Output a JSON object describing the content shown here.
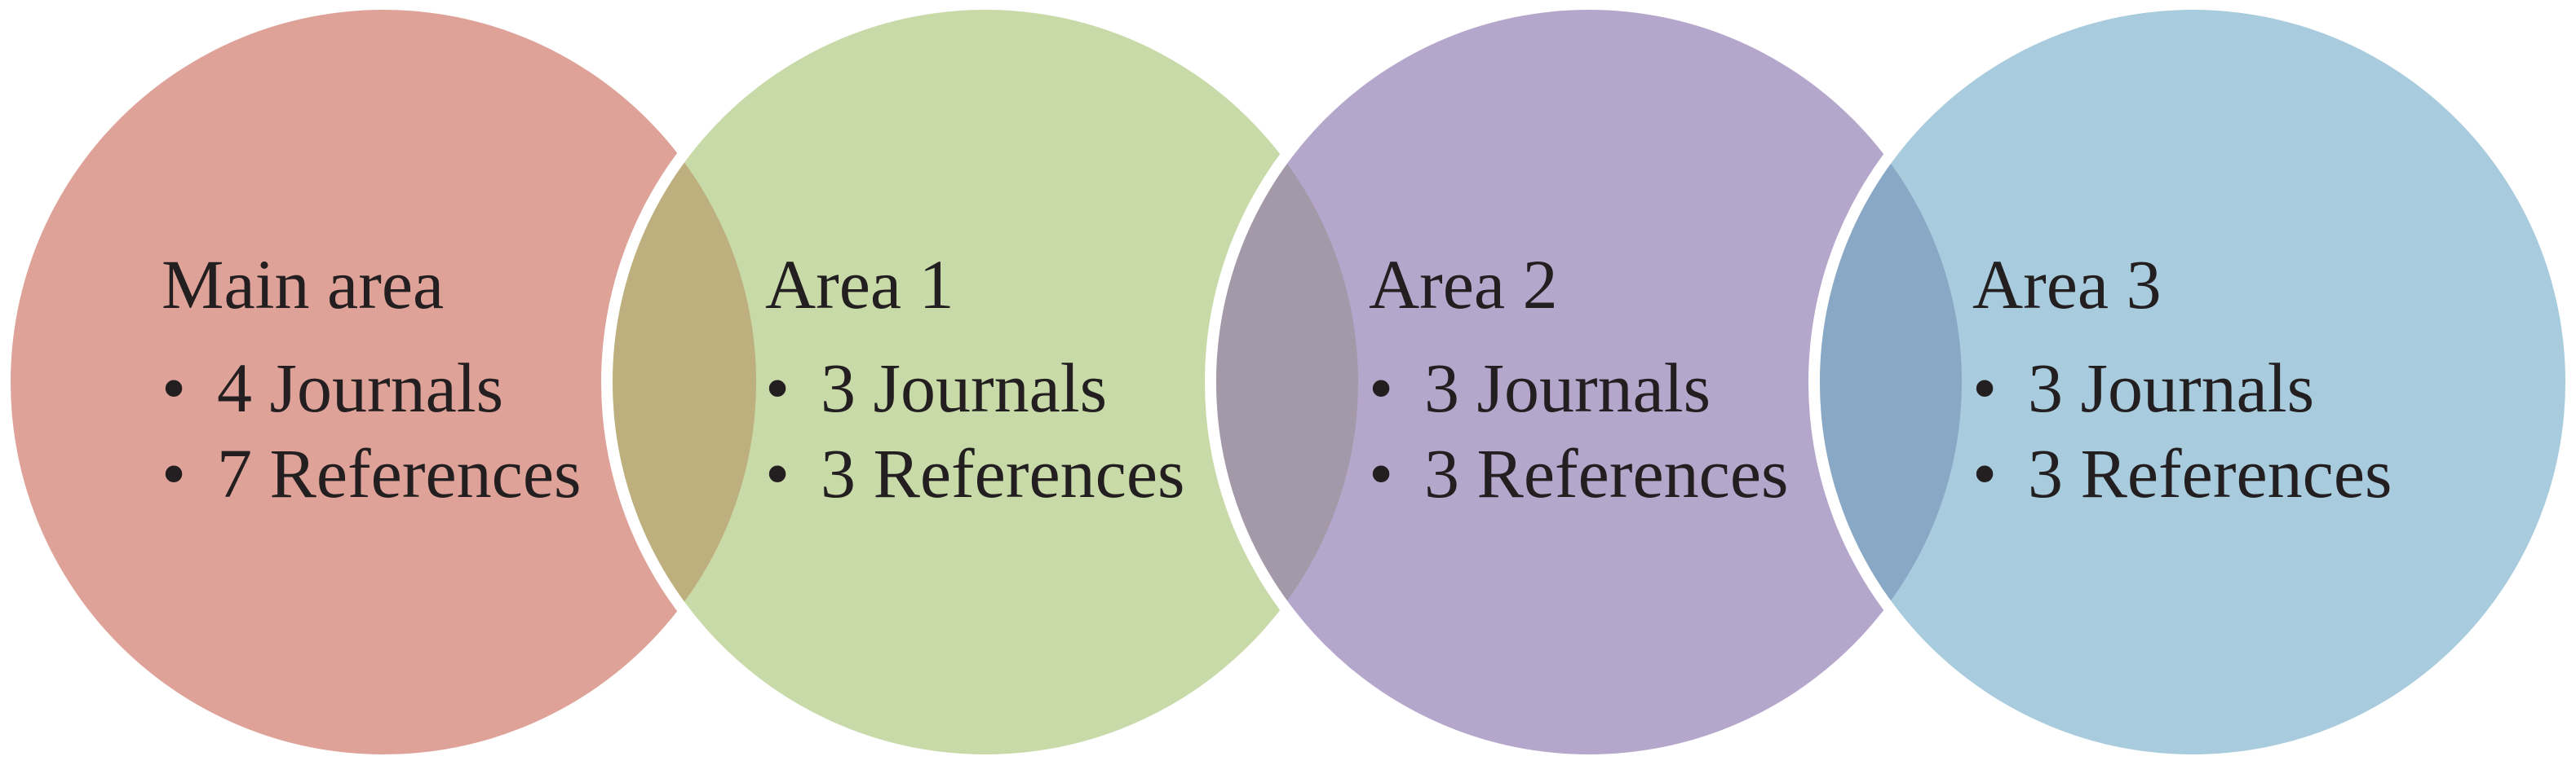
{
  "circles": [
    {
      "title": "Main area",
      "bullets": [
        "4 Journals",
        "7 References"
      ],
      "color": "#dea298"
    },
    {
      "title": "Area 1",
      "bullets": [
        "3 Journals",
        "3 References"
      ],
      "color": "#c9daa9"
    },
    {
      "title": "Area 2",
      "bullets": [
        "3 Journals",
        "3 References"
      ],
      "color": "#b5a6cc"
    },
    {
      "title": "Area 3",
      "bullets": [
        "3 Journals",
        "3 References"
      ],
      "color": "#a8ccdd"
    }
  ],
  "overlap_colors": [
    "#bdb07e",
    "#a499a9",
    "#88a8c6"
  ],
  "bullet_glyph": "•"
}
